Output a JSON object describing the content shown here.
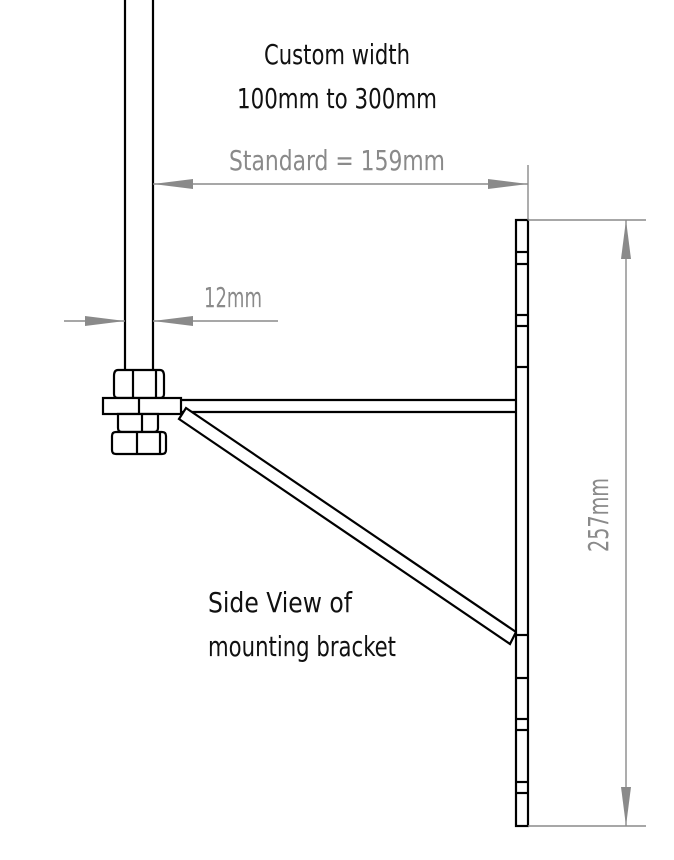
{
  "drawing": {
    "title_line1": "Custom width",
    "title_line2": "100mm to 300mm",
    "standard_width_label": "Standard = 159mm",
    "rod_diameter_label": "12mm",
    "plate_height_label": "257mm",
    "caption_line1": "Side View of",
    "caption_line2": "mounting bracket"
  },
  "dimensions": {
    "custom_width_min_mm": 100,
    "custom_width_max_mm": 300,
    "standard_width_mm": 159,
    "rod_diameter_mm": 12,
    "plate_height_mm": 257
  },
  "colors": {
    "object_lines": "#000000",
    "dimension_lines": "#8a8a8a",
    "background": "#ffffff"
  }
}
